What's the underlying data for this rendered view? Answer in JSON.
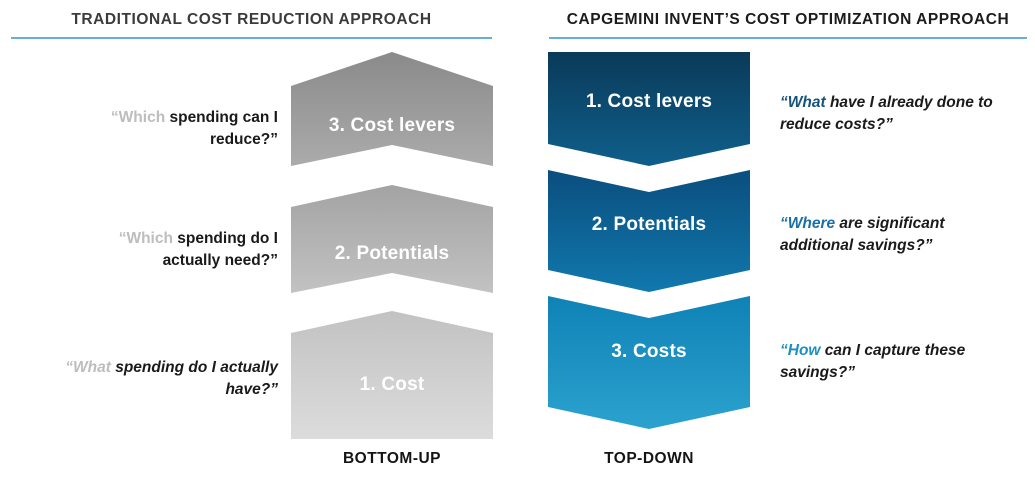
{
  "headers": {
    "left": "TRADITIONAL COST REDUCTION APPROACH",
    "right": "CAPGEMINI INVENT’S COST OPTIMIZATION APPROACH",
    "rule_color": "#6aaed6"
  },
  "left_stack": {
    "direction": "bottom-up",
    "caption": "BOTTOM-UP",
    "segments": [
      {
        "label": "3. Cost levers",
        "color_top": "#8c8c8c",
        "color_bottom": "#a8a8a8"
      },
      {
        "label": "2. Potentials",
        "color_top": "#a6a6a6",
        "color_bottom": "#bfbfbf"
      },
      {
        "label": "1. Cost",
        "color_top": "#c4c4c4",
        "color_bottom": "#d9d9d9"
      }
    ]
  },
  "right_stack": {
    "direction": "top-down",
    "caption": "TOP-DOWN",
    "segments": [
      {
        "label": "1. Cost levers",
        "color_top": "#0b3c5d",
        "color_bottom": "#0f5c86"
      },
      {
        "label": "2. Potentials",
        "color_top": "#0b5182",
        "color_bottom": "#1076ab"
      },
      {
        "label": "3. Costs",
        "color_top": "#1184b8",
        "color_bottom": "#2a9fcc"
      }
    ]
  },
  "left_quotes": [
    {
      "highlight": "“Which",
      "rest": " spending can I reduce?”",
      "italic": false,
      "highlight_color": "#bdbdbd"
    },
    {
      "highlight": "“Which",
      "rest": " spending do I actually need?”",
      "italic": false,
      "highlight_color": "#bdbdbd"
    },
    {
      "highlight": "“What",
      "rest": " spending do I actually have?”",
      "italic": true,
      "highlight_color": "#bdbdbd"
    }
  ],
  "right_quotes": [
    {
      "highlight": "“What",
      "rest": " have I already done to reduce costs?”",
      "italic": true,
      "highlight_color": "#14547d"
    },
    {
      "highlight": "“Where",
      "rest": " are significant additional savings?”",
      "italic": true,
      "highlight_color": "#1a6fa8"
    },
    {
      "highlight": "“How",
      "rest": " can I capture these savings?”",
      "italic": true,
      "highlight_color": "#1b8fc4"
    }
  ]
}
